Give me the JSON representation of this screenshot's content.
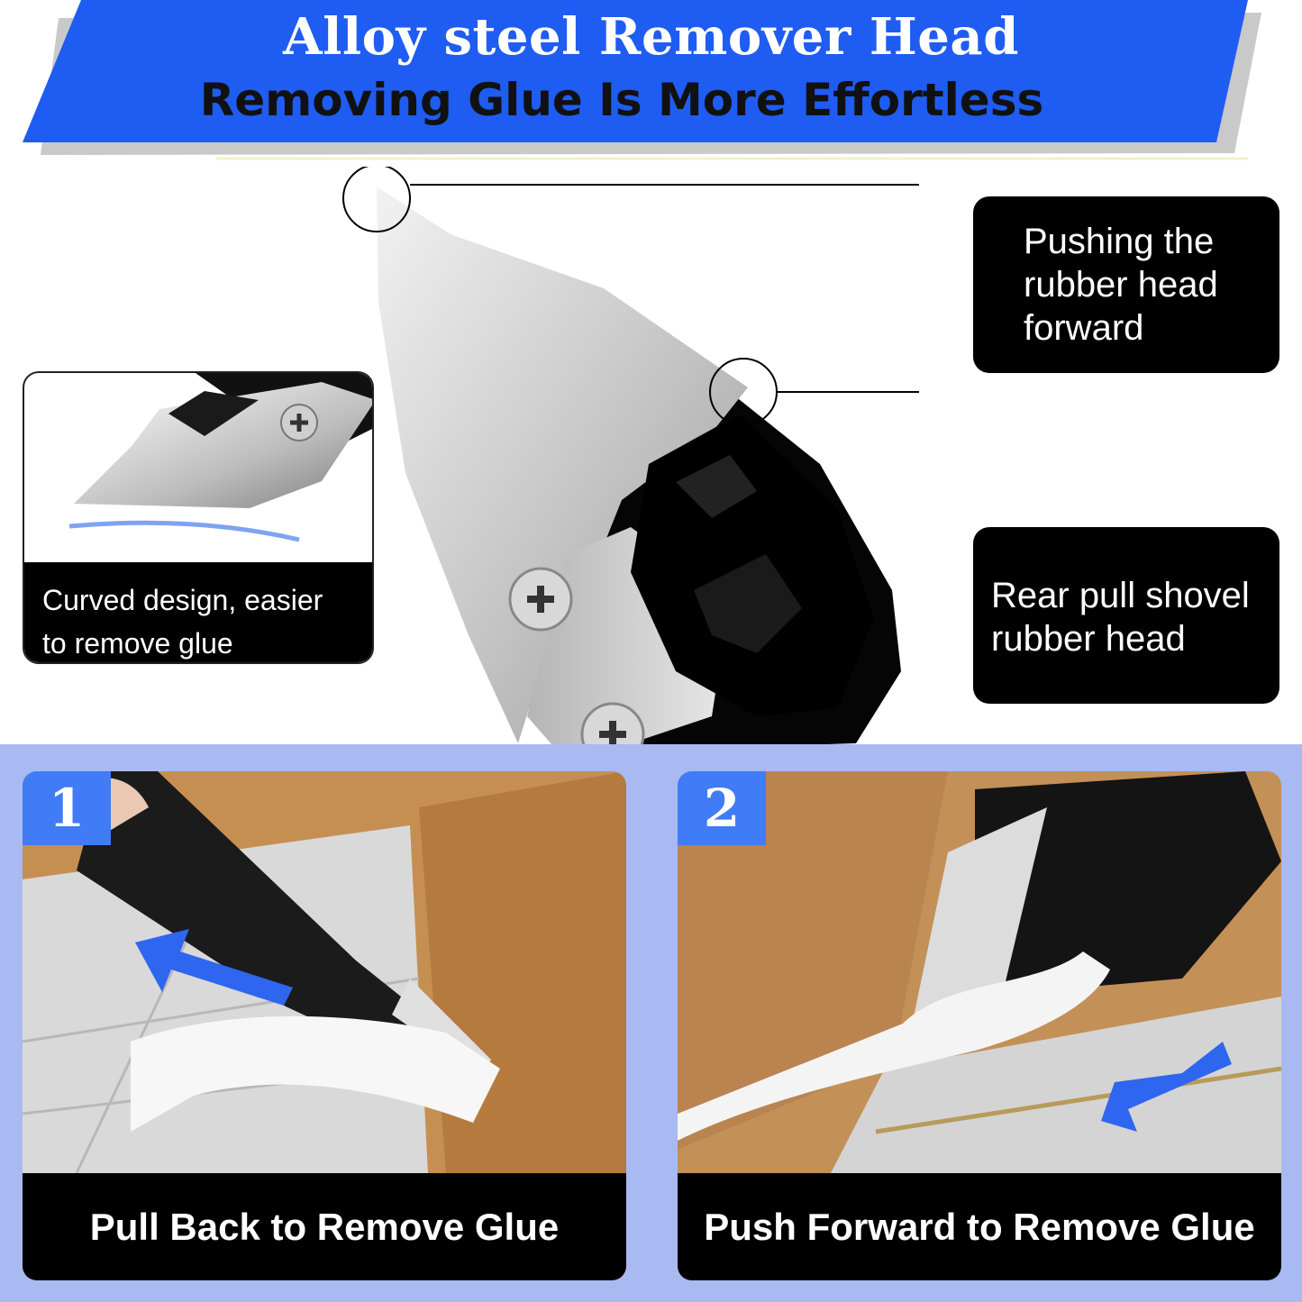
{
  "header": {
    "title": "Alloy steel Remover Head",
    "subtitle": "Removing Glue Is More Effortless"
  },
  "callouts": {
    "push": [
      "Pushing the",
      "rubber head",
      "forward"
    ],
    "rear": [
      "Rear pull shovel",
      "rubber head"
    ]
  },
  "inset": {
    "caption": [
      " Curved design, easier",
      "to remove glue"
    ]
  },
  "steps": [
    {
      "number": "1",
      "caption": "Pull Back to Remove Glue"
    },
    {
      "number": "2",
      "caption": "Push Forward to Remove Glue"
    }
  ],
  "colors": {
    "banner_blue": "#1f5cf2",
    "bottom_bg": "#a9b9f2",
    "badge_blue": "#3f7cf5",
    "arrow_blue": "#2f66ef"
  }
}
